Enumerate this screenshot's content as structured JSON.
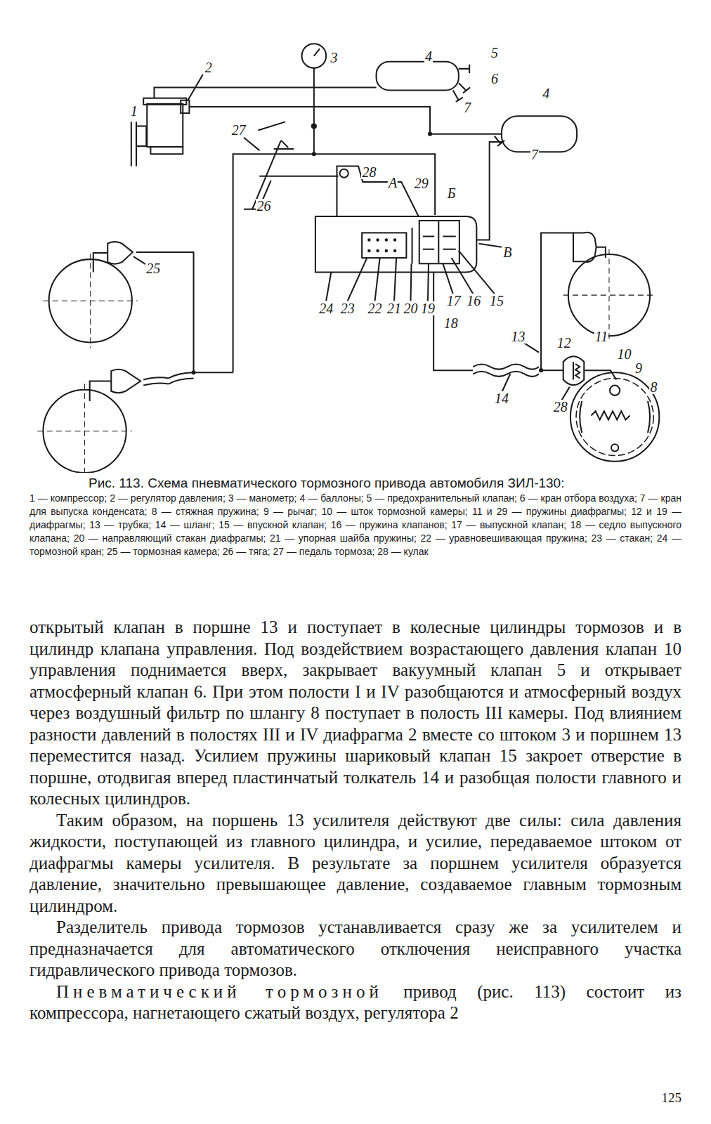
{
  "diagram": {
    "caption": "Рис. 113. Схема пневматического тормозного привода автомобиля ЗИЛ-130:",
    "labels": [
      "1",
      "2",
      "3",
      "4",
      "5",
      "6",
      "7",
      "4",
      "7",
      "27",
      "28",
      "А",
      "29",
      "Б",
      "26",
      "25",
      "В",
      "24",
      "23",
      "22",
      "21",
      "20",
      "19",
      "17",
      "16",
      "15",
      "18",
      "13",
      "12",
      "11",
      "10",
      "9",
      "8",
      "14",
      "28",
      "1 — компрессор; 2 — регулятор давления; 3 — манометр; 4 — баллоны; 5 — предохранительный клапан; 6 — кран отбора воздуха; 7 — кран для выпуска конденсата; 8 — стяжная пружина; 9 — рычаг; 10 — шток тормозной камеры; 11 и 29 — пружины диафрагмы; 12 и 19 — диафрагмы; 13 — трубка; 14 — шланг; 15 — впускной клапан; 16 — пружина клапанов; 17 — выпускной клапан; 18 — седло выпускного клапана; 20 — направляющий стакан диафрагмы; 21 — упорная шайба пружины; 22 — уравновешивающая пружина; 23 — стакан; 24 — тормозной кран; 25 — тормозная камера; 26 — тяга; 27 — педаль тормоза; 28 — кулак",
      "открытый клапан в поршне 13 и поступает в колесные цилиндры тормозов и в цилиндр клапана управления. Под воздействием возрастающего давления клапан 10 управления поднимается вверх, закрывает вакуумный клапан 5 и открывает атмосферный клапан 6. При этом полости I и IV разобщаются и атмосферный воздух через воздушный фильтр по шлангу 8 поступает в полость III камеры. Под влиянием разности давлений в полостях III и IV диафрагма 2 вместе со штоком 3 и поршнем 13 переместится назад. Усилием пружины шариковый клапан 15 закроет отверстие в поршне, отодвигая вперед пластинчатый толкатель 14 и разобщая полости главного и колесных цилиндров.",
      "Таким образом, на поршень 13 усилителя действуют две силы: сила давления жидкости, поступающей из главного цилиндра, и усилие, передаваемое штоком от диафрагмы камеры усилителя. В результате за поршнем усилителя образуется давление, значительно превышающее давление, создаваемое главным тормозным цилиндром.",
      "Разделитель привода тормозов устанавливается сразу же за усилителем и предназначается для автоматического отключения неисправного участка гидравлического привода тормозов.",
      "Пневматический тормозной",
      "привод (рис. 113) состоит из компрессора, нагнетающего сжатый воздух, регулятора 2",
      "125"
    ]
  }
}
